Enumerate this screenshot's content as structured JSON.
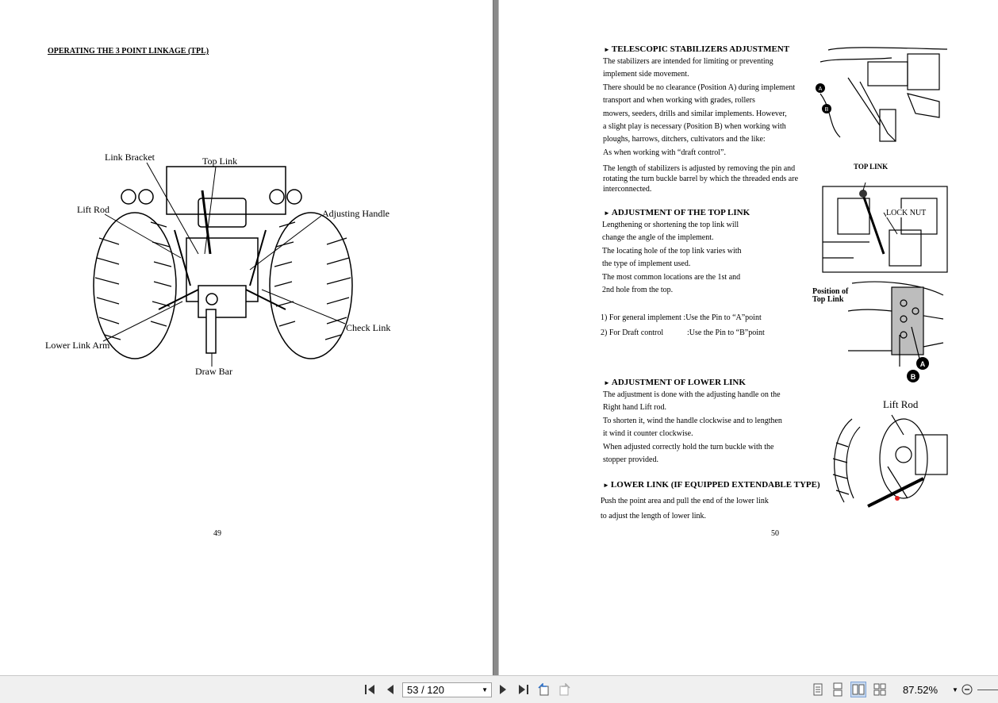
{
  "left_page": {
    "title": "OPERATING THE 3 POINT LINKAGE (TPL)",
    "figure_labels": {
      "link_bracket": "Link Bracket",
      "top_link": "Top Link",
      "lift_rod": "Lift Rod",
      "adjusting_handle": "Adjusting Handle",
      "check_link": "Check Link",
      "lower_link_arm": "Lower Link Arm",
      "draw_bar": "Draw Bar"
    },
    "page_number": "49"
  },
  "right_page": {
    "stabilizers": {
      "heading": "TELESCOPIC STABILIZERS ADJUSTMENT",
      "lines": [
        "The stabilizers are intended for limiting or preventing",
        "implement side movement.",
        "There should be no clearance (Position A) during implement",
        "transport and when working with grades, rollers",
        "mowers, seeders, drills and similar implements. However,",
        "a slight play is necessary (Position B) when working with",
        "ploughs, harrows, ditchers, cultivators and the like:",
        "As when working with “draft control”."
      ],
      "para2": [
        "The length of stabilizers is adjusted by removing the pin and",
        "rotating the turn buckle barrel by which the threaded ends are",
        "interconnected."
      ]
    },
    "top_link": {
      "heading": "ADJUSTMENT OF THE TOP LINK",
      "lines": [
        "Lengthening or shortening the top link will",
        "change the angle of the implement.",
        "The locating hole of the top link varies with",
        "the type of implement used.",
        "The most common locations are the 1st and",
        "2nd hole from the top."
      ],
      "item1": "1) For general implement :Use the Pin to “A”point",
      "item2_label": "2) For Draft control",
      "item2_value": ":Use the Pin to “B”point"
    },
    "lower_link": {
      "heading": "ADJUSTMENT OF LOWER LINK",
      "lines": [
        "The adjustment is done with the adjusting handle on the",
        "Right hand Lift rod.",
        "To shorten it, wind the handle clockwise and to lengthen",
        "it wind it counter clockwise.",
        "When adjusted correctly hold the turn buckle with the",
        "stopper provided."
      ]
    },
    "extendable": {
      "heading": "LOWER LINK (IF EQUIPPED EXTENDABLE TYPE)",
      "lines": [
        "Push the point area and pull the end of the lower link",
        "to adjust the length of lower link."
      ]
    },
    "figure_labels": {
      "a": "A",
      "b": "B",
      "top_link_caps": "TOP LINK",
      "lock_nut": "LOCK NUT",
      "position_of": "Position of",
      "top_link_small": "Top Link",
      "lift_rod": "Lift Rod"
    },
    "page_number": "50"
  },
  "toolbar": {
    "page_indicator": "53 / 120",
    "zoom": "87.52%"
  },
  "colors": {
    "toolbar_bg": "#f0f0f0",
    "gutter": "#8a8a8a",
    "red_marker": "#e02020"
  }
}
